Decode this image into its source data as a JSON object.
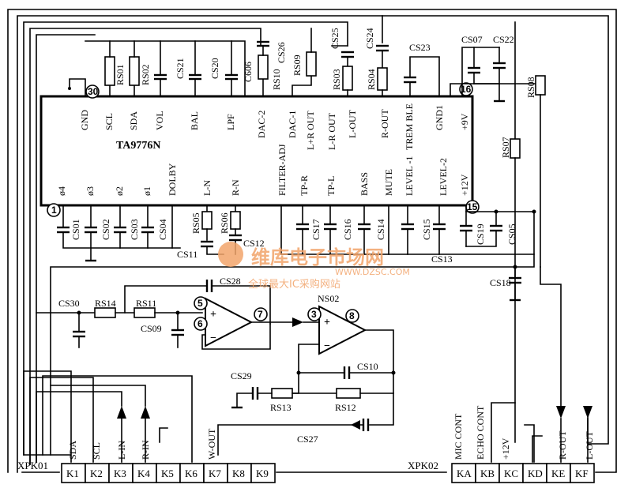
{
  "ic": {
    "name": "TA9776N",
    "top_pins": [
      "GND",
      "SCL",
      "SDA",
      "VOL",
      "BAL",
      "LPF",
      "DAC-2",
      "DAC-1",
      "L+R OUT",
      "L-R OUT",
      "L-OUT",
      "R-OUT",
      "TREM BLE",
      "GND1",
      "+9V"
    ],
    "bottom_pins": [
      "ø4",
      "ø3",
      "ø2",
      "ø1",
      "DOLBY",
      "L-N",
      "R-N",
      "FILTER-ADJ",
      "TP-R",
      "TP-L",
      "BASS",
      "MUTE",
      "LEVEL -1",
      "LEVEL-2",
      "+12V"
    ],
    "pin_markers": {
      "p30": "30",
      "p1": "1",
      "p16": "16",
      "p15": "15"
    }
  },
  "components": {
    "rs01": "RS01",
    "rs02": "RS02",
    "cs21": "CS21",
    "cs20": "CS20",
    "c606": "C606",
    "cs26": "CS26",
    "rs10": "RS10",
    "rs09": "RS09",
    "cs25": "CS25",
    "rs03": "RS03",
    "cs24": "CS24",
    "rs04": "RS04",
    "cs23": "CS23",
    "cs07": "CS07",
    "cs22": "CS22",
    "rs08": "RS08",
    "rs07": "RS07",
    "cs01": "CS01",
    "cs02": "CS02",
    "cs03": "CS03",
    "cs04": "CS04",
    "rs05": "RS05",
    "rs06": "RS06",
    "cs11": "CS11",
    "cs12": "CS12",
    "cs17": "CS17",
    "cs16": "CS16",
    "cs14": "CS14",
    "cs15": "CS15",
    "cs19": "CS19",
    "cs05": "CS05",
    "cs13": "CS13",
    "cs18": "CS18",
    "cs28": "CS28",
    "cs30": "CS30",
    "rs14": "RS14",
    "rs11": "RS11",
    "cs09": "CS09",
    "ns02": "NS02",
    "cs10": "CS10",
    "cs29": "CS29",
    "rs13": "RS13",
    "rs12": "RS12",
    "cs27": "CS27"
  },
  "opamp_pins": {
    "p5": "5",
    "p6": "6",
    "p7": "7",
    "p3": "3",
    "p8": "8"
  },
  "connectors": {
    "xpk01": {
      "label": "XPK01",
      "keys": [
        "K1",
        "K2",
        "K3",
        "K4",
        "K5",
        "K6",
        "K7",
        "K8",
        "K9"
      ],
      "signals": {
        "sda": "SDA",
        "scl": "SCL",
        "lin": "L-IN",
        "rin": "R-IN",
        "wout": "W-OUT"
      }
    },
    "xpk02": {
      "label": "XPK02",
      "keys": [
        "KA",
        "KB",
        "KC",
        "KD",
        "KE",
        "KF"
      ],
      "signals": {
        "mic": "MIC CONT",
        "echo": "ECHO CONT",
        "p12v": "+12V",
        "rout": "R-OUT",
        "lout": "L-OUT"
      }
    }
  },
  "watermark": {
    "brand": "维库电子市场网",
    "url": "WWW.DZSC.COM",
    "slogan": "全球最大IC采购网站"
  },
  "colors": {
    "ink": "#000000",
    "watermark": "#f2a46b",
    "background": "#ffffff"
  }
}
